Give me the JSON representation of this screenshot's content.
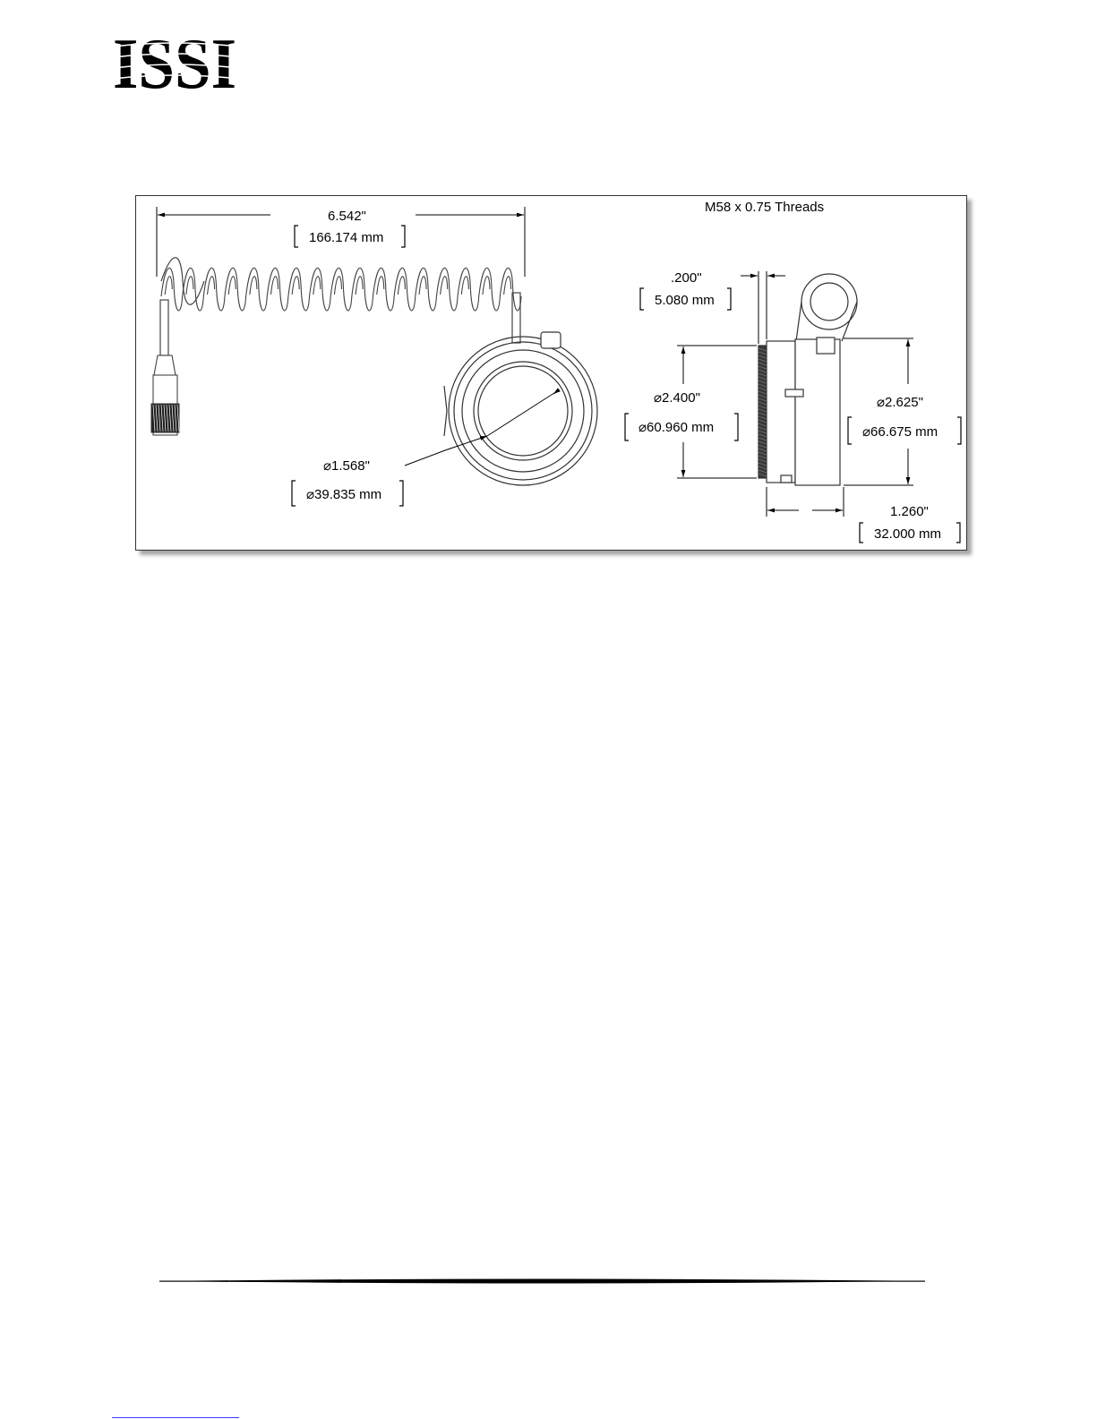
{
  "logo": {
    "text": "ISSI"
  },
  "drawing": {
    "thread_note": "M58 x 0.75 Threads",
    "cable_length": {
      "inch": "6.542\"",
      "mm": "166.174 mm"
    },
    "aperture": {
      "inch": "⌀1.568\"",
      "mm": "⌀39.835 mm"
    },
    "flange_thickness": {
      "inch": ".200\"",
      "mm": "5.080 mm"
    },
    "thread_diameter": {
      "inch": "⌀2.400\"",
      "mm": "⌀60.960 mm"
    },
    "body_diameter": {
      "inch": "⌀2.625\"",
      "mm": "⌀66.675 mm"
    },
    "body_depth": {
      "inch": "1.260\"",
      "mm": "32.000 mm"
    }
  }
}
